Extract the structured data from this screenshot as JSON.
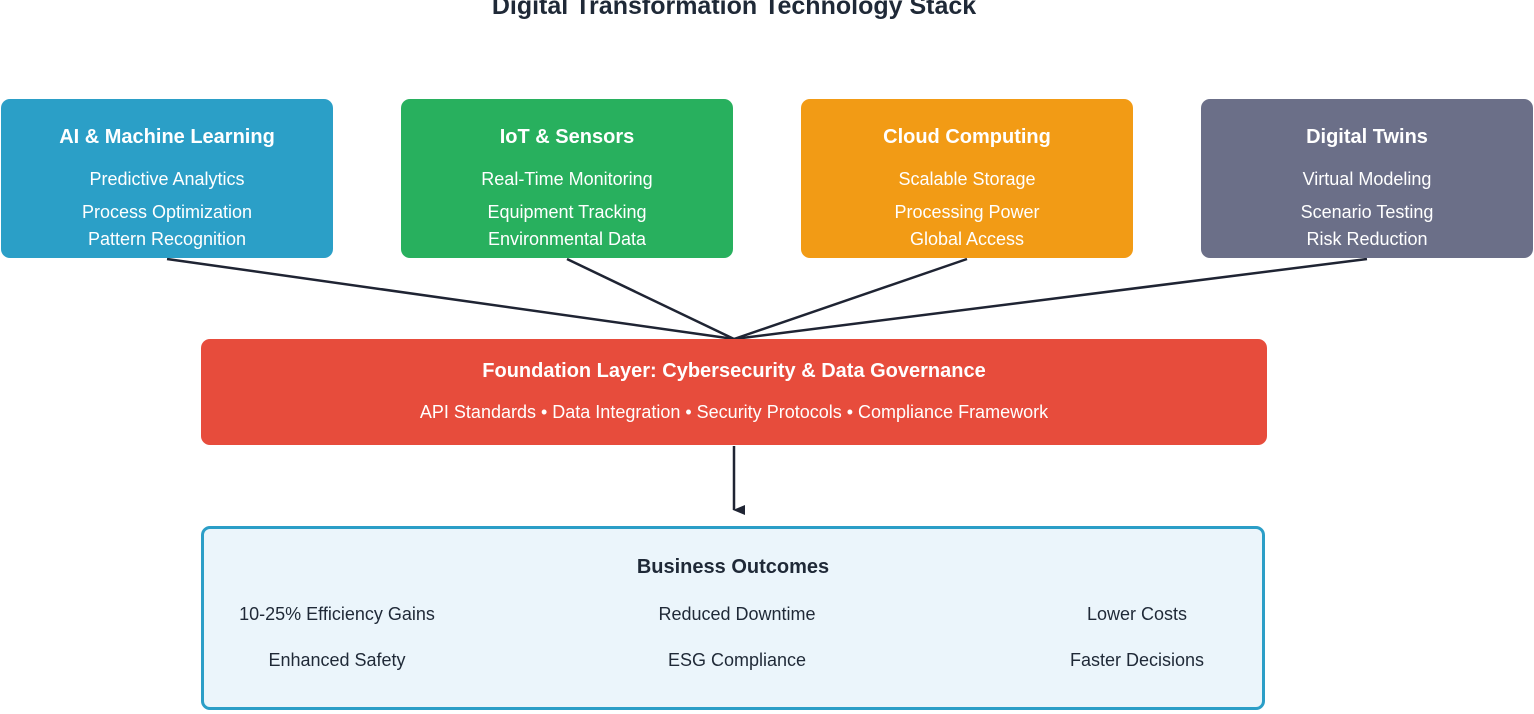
{
  "title": "Digital Transformation Technology Stack",
  "colors": {
    "ai": "#2b9fc7",
    "iot": "#28b05e",
    "cloud": "#f29b15",
    "twins": "#6b6f88",
    "foundation": "#e74c3c",
    "outcomes_border": "#2b9ec7",
    "outcomes_fill": "#ebf5fb",
    "connector": "#1f2433"
  },
  "technologies": [
    {
      "title": "AI & Machine Learning",
      "items": [
        "Predictive Analytics",
        "Process Optimization",
        "Pattern Recognition"
      ]
    },
    {
      "title": "IoT & Sensors",
      "items": [
        "Real-Time Monitoring",
        "Equipment Tracking",
        "Environmental Data"
      ]
    },
    {
      "title": "Cloud Computing",
      "items": [
        "Scalable Storage",
        "Processing Power",
        "Global Access"
      ]
    },
    {
      "title": "Digital Twins",
      "items": [
        "Virtual Modeling",
        "Scenario Testing",
        "Risk Reduction"
      ]
    }
  ],
  "foundation": {
    "title": "Foundation Layer: Cybersecurity & Data Governance",
    "subtitle": "API Standards • Data Integration • Security Protocols • Compliance Framework"
  },
  "outcomes": {
    "title": "Business Outcomes",
    "items": [
      "10-25% Efficiency Gains",
      "Reduced Downtime",
      "Lower Costs",
      "Enhanced Safety",
      "ESG Compliance",
      "Faster Decisions"
    ]
  }
}
